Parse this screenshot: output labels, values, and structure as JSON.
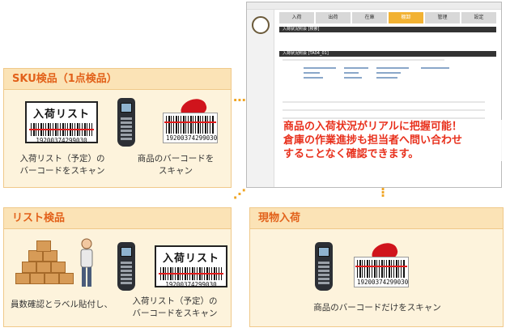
{
  "panels": {
    "sku": {
      "title": "SKU検品（1点検品）",
      "caption_left": "入荷リスト（予定）の\nバーコードをスキャン",
      "caption_right": "商品のバーコードを\nスキャン"
    },
    "list": {
      "title": "リスト検品",
      "caption_left": "員数確認とラベル貼付し、",
      "caption_right": "入荷リスト（予定）の\nバーコードをスキャン"
    },
    "physical": {
      "title": "現物入荷",
      "caption": "商品のバーコードだけをスキャン"
    }
  },
  "ticket": {
    "title": "入荷リスト",
    "number": "19200374299030"
  },
  "product_barcode": {
    "number": "19200374299030"
  },
  "app": {
    "tabs": [
      "入荷",
      "出荷",
      "在庫",
      "棚卸",
      "管理",
      "設定"
    ],
    "active_tab": 3,
    "darkbar_1": "入荷状況照会 [検索]",
    "darkbar_2": "入荷状況照会 [TA04_01]"
  },
  "message": "商品の入荷状況がリアルに把握可能！\n倉庫の作業進捗も担当者へ問い合わせ\nすることなく確認できます。",
  "colors": {
    "accent": "#e2611a",
    "panel_bg": "#fdf3dc",
    "arrow": "#f0a524",
    "message": "#e8301c"
  }
}
